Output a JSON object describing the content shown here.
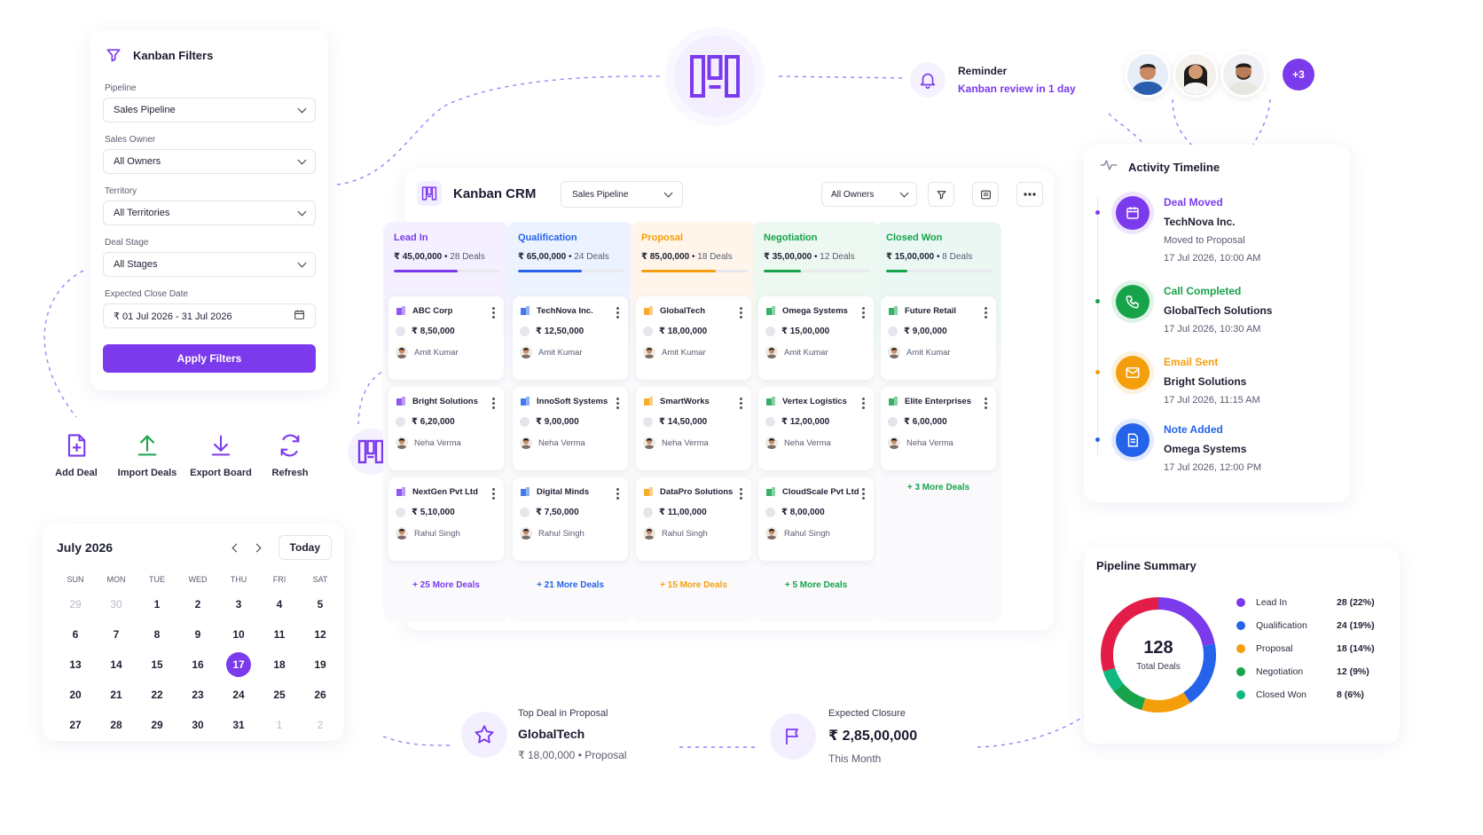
{
  "filters": {
    "title": "Kanban Filters",
    "pipeline_label": "Pipeline",
    "pipeline_value": "Sales Pipeline",
    "owner_label": "Sales Owner",
    "owner_value": "All Owners",
    "territory_label": "Territory",
    "territory_value": "All Territories",
    "stage_label": "Deal Stage",
    "stage_value": "All Stages",
    "date_label": "Expected Close Date",
    "date_value": "₹ 01 Jul 2026 - 31 Jul 2026",
    "apply_label": "Apply Filters"
  },
  "actions": [
    {
      "label": "Add Deal",
      "icon": "add-file-icon"
    },
    {
      "label": "Import Deals",
      "icon": "upload-icon"
    },
    {
      "label": "Export Board",
      "icon": "download-icon"
    },
    {
      "label": "Refresh",
      "icon": "refresh-icon"
    }
  ],
  "calendar": {
    "title": "July 2026",
    "today_label": "Today",
    "weekdays": [
      "SUN",
      "MON",
      "TUE",
      "WED",
      "THU",
      "FRI",
      "SAT"
    ],
    "days": [
      [
        "29",
        "30",
        "1",
        "2",
        "3",
        "4",
        "5"
      ],
      [
        "6",
        "7",
        "8",
        "9",
        "10",
        "11",
        "12"
      ],
      [
        "13",
        "14",
        "15",
        "16",
        "17",
        "18",
        "19"
      ],
      [
        "20",
        "21",
        "22",
        "23",
        "24",
        "25",
        "26"
      ],
      [
        "27",
        "28",
        "29",
        "30",
        "31",
        "1",
        "2"
      ]
    ],
    "selected": "17"
  },
  "reminder": {
    "title": "Reminder",
    "subtitle": "Kanban review in 1 day"
  },
  "team": {
    "more_label": "+3"
  },
  "board": {
    "title": "Kanban CRM",
    "pipeline_value": "Sales Pipeline",
    "owners_value": "All Owners",
    "columns": [
      {
        "name": "Lead In",
        "color": "#7c3aed",
        "bg": "#f4f0ff",
        "amount": "₹ 45,00,000",
        "deals": "28 Deals",
        "progress": 0.6,
        "cards": [
          {
            "company": "ABC Corp",
            "amount": "₹ 8,50,000",
            "owner": "Amit Kumar"
          },
          {
            "company": "Bright Solutions",
            "amount": "₹ 6,20,000",
            "owner": "Neha Verma"
          },
          {
            "company": "NextGen Pvt Ltd",
            "amount": "₹ 5,10,000",
            "owner": "Rahul Singh"
          }
        ],
        "more": "+ 25 More Deals"
      },
      {
        "name": "Qualification",
        "color": "#2563eb",
        "bg": "#edf3fe",
        "amount": "₹ 65,00,000",
        "deals": "24 Deals",
        "progress": 0.6,
        "cards": [
          {
            "company": "TechNova Inc.",
            "amount": "₹ 12,50,000",
            "owner": "Amit Kumar"
          },
          {
            "company": "InnoSoft Systems",
            "amount": "₹ 9,00,000",
            "owner": "Neha Verma"
          },
          {
            "company": "Digital Minds",
            "amount": "₹ 7,50,000",
            "owner": "Rahul Singh"
          }
        ],
        "more": "+ 21 More Deals"
      },
      {
        "name": "Proposal",
        "color": "#f59e0b",
        "bg": "#fff5ea",
        "amount": "₹ 85,00,000",
        "deals": "18 Deals",
        "progress": 0.7,
        "cards": [
          {
            "company": "GlobalTech",
            "amount": "₹ 18,00,000",
            "owner": "Amit Kumar"
          },
          {
            "company": "SmartWorks",
            "amount": "₹ 14,50,000",
            "owner": "Neha Verma"
          },
          {
            "company": "DataPro Solutions",
            "amount": "₹ 11,00,000",
            "owner": "Rahul Singh"
          }
        ],
        "more": "+ 15 More Deals"
      },
      {
        "name": "Negotiation",
        "color": "#16a34a",
        "bg": "#edf8f1",
        "amount": "₹ 35,00,000",
        "deals": "12 Deals",
        "progress": 0.35,
        "cards": [
          {
            "company": "Omega Systems",
            "amount": "₹ 15,00,000",
            "owner": "Amit Kumar"
          },
          {
            "company": "Vertex Logistics",
            "amount": "₹ 12,00,000",
            "owner": "Neha Verma"
          },
          {
            "company": "CloudScale Pvt Ltd",
            "amount": "₹ 8,00,000",
            "owner": "Rahul Singh"
          }
        ],
        "more": "+ 5 More Deals"
      },
      {
        "name": "Closed Won",
        "color": "#16a34a",
        "bg": "#eaf7f2",
        "amount": "₹ 15,00,000",
        "deals": "8 Deals",
        "progress": 0.2,
        "cards": [
          {
            "company": "Future Retail",
            "amount": "₹ 9,00,000",
            "owner": "Amit Kumar"
          },
          {
            "company": "Elite Enterprises",
            "amount": "₹ 6,00,000",
            "owner": "Neha Verma"
          }
        ],
        "more": "+ 3 More Deals"
      }
    ]
  },
  "timeline": {
    "title": "Activity Timeline",
    "items": [
      {
        "type": "Deal Moved",
        "entity": "TechNova Inc.",
        "desc": "Moved to Proposal",
        "time": "17 Jul 2026, 10:00 AM",
        "color": "#7c3aed",
        "icon": "calendar-icon"
      },
      {
        "type": "Call Completed",
        "entity": "GlobalTech Solutions",
        "desc": "",
        "time": "17 Jul 2026, 10:30 AM",
        "color": "#16a34a",
        "icon": "phone-icon"
      },
      {
        "type": "Email Sent",
        "entity": "Bright Solutions",
        "desc": "",
        "time": "17 Jul 2026, 11:15 AM",
        "color": "#f59e0b",
        "icon": "mail-icon"
      },
      {
        "type": "Note Added",
        "entity": "Omega Systems",
        "desc": "",
        "time": "17 Jul 2026, 12:00 PM",
        "color": "#2563eb",
        "icon": "note-icon"
      }
    ]
  },
  "summary": {
    "title": "Pipeline Summary",
    "total": "128",
    "total_label": "Total Deals",
    "rows": [
      {
        "name": "Lead In",
        "value": "28 (22%)",
        "count": 28,
        "color": "#7c3aed"
      },
      {
        "name": "Qualification",
        "value": "24 (19%)",
        "count": 24,
        "color": "#2563eb"
      },
      {
        "name": "Proposal",
        "value": "18 (14%)",
        "count": 18,
        "color": "#f59e0b"
      },
      {
        "name": "Negotiation",
        "value": "12 (9%)",
        "count": 12,
        "color": "#16a34a"
      },
      {
        "name": "Closed Won",
        "value": "8 (6%)",
        "count": 8,
        "color": "#10b981"
      }
    ],
    "arc_order": [
      "#7c3aed",
      "#2563eb",
      "#f59e0b",
      "#10b981",
      "#e11d48"
    ]
  },
  "top_deal": {
    "label": "Top Deal in Proposal",
    "company": "GlobalTech",
    "detail": "₹ 18,00,000 • Proposal"
  },
  "expected": {
    "label": "Expected Closure",
    "value": "₹ 2,85,00,000",
    "period": "This Month"
  }
}
